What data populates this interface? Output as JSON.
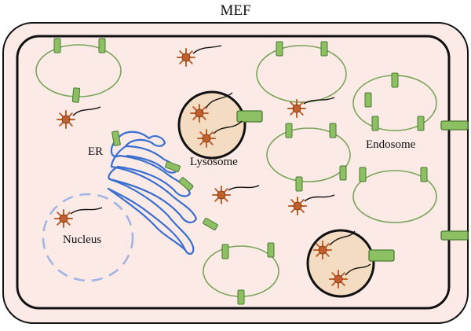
{
  "diagram": {
    "title": "MEF",
    "labels": {
      "er": "ER",
      "lysosome": "Lysosome",
      "endosome": "Endosome",
      "nucleus": "Nucleus"
    },
    "colors": {
      "cell_fill": "#fbeae6",
      "cell_outer_stroke": "#111111",
      "vesicle_stroke": "#7aa45a",
      "receptor_fill": "#8dc063",
      "receptor_stroke": "#4a7a32",
      "lysosome_fill": "#f4dcc2",
      "er_stroke": "#3a6fd0",
      "nucleus_stroke": "#9fb4e2",
      "ligand_fill": "#c0602c"
    }
  }
}
